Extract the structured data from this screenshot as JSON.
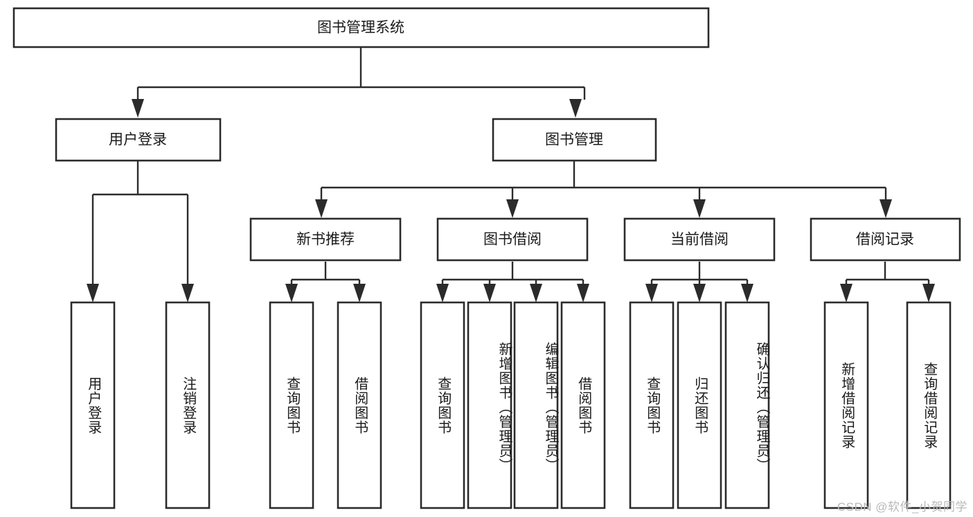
{
  "diagram": {
    "type": "hierarchy-tree",
    "title": "图书管理系统",
    "orientation": "top-down",
    "watermark": "CSDN @软件_小贺同学",
    "colors": {
      "box_stroke": "#2b2b2b",
      "box_fill": "#ffffff",
      "connector": "#2b2b2b",
      "text": "#1a1a1a",
      "watermark": "#b9b9b9",
      "background": "#ffffff"
    },
    "levels": {
      "root": "图书管理系统",
      "level2": [
        "用户登录",
        "图书管理"
      ],
      "level3": [
        "新书推荐",
        "图书借阅",
        "当前借阅",
        "借阅记录"
      ]
    },
    "nodes": {
      "root": {
        "label": "图书管理系统",
        "level": 1,
        "orientation": "horizontal"
      },
      "user_login": {
        "label": "用户登录",
        "level": 2,
        "orientation": "horizontal"
      },
      "book_manage": {
        "label": "图书管理",
        "level": 2,
        "orientation": "horizontal"
      },
      "new_book_rec": {
        "label": "新书推荐",
        "level": 3,
        "orientation": "horizontal"
      },
      "book_borrow": {
        "label": "图书借阅",
        "level": 3,
        "orientation": "horizontal"
      },
      "current_borrow": {
        "label": "当前借阅",
        "level": 3,
        "orientation": "horizontal"
      },
      "borrow_record": {
        "label": "借阅记录",
        "level": 3,
        "orientation": "horizontal"
      },
      "leaf_user_login": {
        "label": "用户登录",
        "level": 4,
        "orientation": "vertical",
        "parent": "用户登录"
      },
      "leaf_logout": {
        "label": "注销登录",
        "level": 4,
        "orientation": "vertical",
        "parent": "用户登录"
      },
      "leaf_query_book_a": {
        "label": "查询图书",
        "level": 4,
        "orientation": "vertical",
        "parent": "新书推荐"
      },
      "leaf_borrow_book_a": {
        "label": "借阅图书",
        "level": 4,
        "orientation": "vertical",
        "parent": "新书推荐"
      },
      "leaf_query_book_b": {
        "label": "查询图书",
        "level": 4,
        "orientation": "vertical",
        "parent": "图书借阅"
      },
      "leaf_add_book": {
        "label": "新增图书（管理员）",
        "level": 4,
        "orientation": "vertical",
        "parent": "图书借阅"
      },
      "leaf_edit_book": {
        "label": "编辑图书（管理员）",
        "level": 4,
        "orientation": "vertical",
        "parent": "图书借阅"
      },
      "leaf_borrow_book_b": {
        "label": "借阅图书",
        "level": 4,
        "orientation": "vertical",
        "parent": "图书借阅"
      },
      "leaf_query_book_c": {
        "label": "查询图书",
        "level": 4,
        "orientation": "vertical",
        "parent": "当前借阅"
      },
      "leaf_return_book": {
        "label": "归还图书",
        "level": 4,
        "orientation": "vertical",
        "parent": "当前借阅"
      },
      "leaf_confirm_return": {
        "label": "确认归还（管理员）",
        "level": 4,
        "orientation": "vertical",
        "parent": "当前借阅"
      },
      "leaf_add_record": {
        "label": "新增借阅记录",
        "level": 4,
        "orientation": "vertical",
        "parent": "借阅记录"
      },
      "leaf_query_record": {
        "label": "查询借阅记录",
        "level": 4,
        "orientation": "vertical",
        "parent": "借阅记录"
      }
    },
    "edges": [
      {
        "from": "图书管理系统",
        "to": "用户登录"
      },
      {
        "from": "图书管理系统",
        "to": "图书管理"
      },
      {
        "from": "用户登录",
        "to": "用户登录(叶)"
      },
      {
        "from": "用户登录",
        "to": "注销登录"
      },
      {
        "from": "图书管理",
        "to": "新书推荐"
      },
      {
        "from": "图书管理",
        "to": "图书借阅"
      },
      {
        "from": "图书管理",
        "to": "当前借阅"
      },
      {
        "from": "图书管理",
        "to": "借阅记录"
      },
      {
        "from": "新书推荐",
        "to": "查询图书"
      },
      {
        "from": "新书推荐",
        "to": "借阅图书"
      },
      {
        "from": "图书借阅",
        "to": "查询图书"
      },
      {
        "from": "图书借阅",
        "to": "新增图书（管理员）"
      },
      {
        "from": "图书借阅",
        "to": "编辑图书（管理员）"
      },
      {
        "from": "图书借阅",
        "to": "借阅图书"
      },
      {
        "from": "当前借阅",
        "to": "查询图书"
      },
      {
        "from": "当前借阅",
        "to": "归还图书"
      },
      {
        "from": "当前借阅",
        "to": "确认归还（管理员）"
      },
      {
        "from": "借阅记录",
        "to": "新增借阅记录"
      },
      {
        "from": "借阅记录",
        "to": "查询借阅记录"
      }
    ]
  }
}
